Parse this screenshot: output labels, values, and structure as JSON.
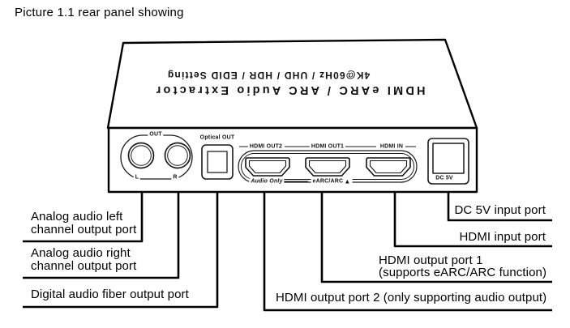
{
  "title": "Picture 1.1 rear panel showing",
  "device_top": {
    "line1": "HDMI eARC / ARC Audio Extractor",
    "line2": "4K@60Hz / UHD / HDR / EDID Setting"
  },
  "panel": {
    "analog_group_label": "OUT",
    "left_jack_label": "L",
    "right_jack_label": "R",
    "optical_label": "Optical OUT",
    "hdmi_out2_label": "HDMI OUT2",
    "hdmi_out1_label": "HDMI OUT1",
    "hdmi_in_label": "HDMI IN",
    "audio_only_label": "Audio Only",
    "earc_label": "eARC/ARC",
    "earc_triangle": "▲",
    "dc_label": "DC 5V"
  },
  "callouts": {
    "analog_left": {
      "line1": "Analog audio left",
      "line2": "channel output port"
    },
    "analog_right": {
      "line1": "Analog audio right",
      "line2": "channel output port"
    },
    "digital_fiber": {
      "text": "Digital audio fiber output port"
    },
    "dc_input": {
      "text": "DC 5V input port"
    },
    "hdmi_input": {
      "text": "HDMI input port"
    },
    "hdmi_out1": {
      "line1": "HDMI output port 1",
      "line2": "(supports eARC/ARC function)"
    },
    "hdmi_out2": {
      "text": "HDMI output port 2 (only supporting audio output)"
    }
  },
  "colors": {
    "ink": "#000000",
    "background": "#ffffff"
  }
}
